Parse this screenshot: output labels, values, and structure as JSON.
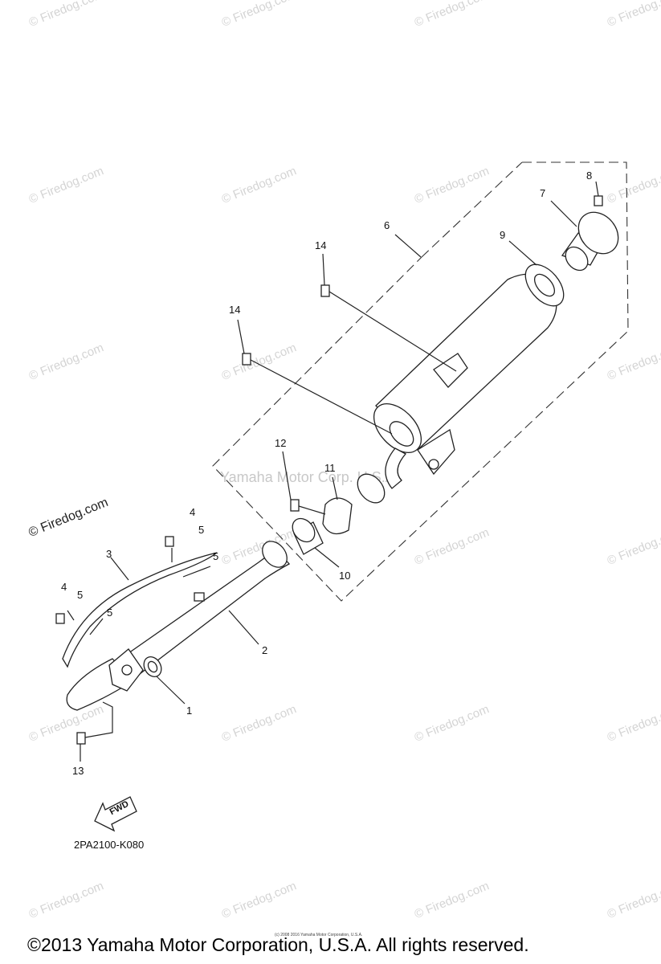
{
  "watermark": "© Firedog.com",
  "ghost_watermark": "Yamaha Motor Corp. U.S.A.",
  "callouts": [
    {
      "id": "1",
      "label": "1"
    },
    {
      "id": "2",
      "label": "2"
    },
    {
      "id": "3",
      "label": "3"
    },
    {
      "id": "4a",
      "label": "4"
    },
    {
      "id": "4b",
      "label": "4"
    },
    {
      "id": "5a",
      "label": "5"
    },
    {
      "id": "5b",
      "label": "5"
    },
    {
      "id": "5c",
      "label": "5"
    },
    {
      "id": "5d",
      "label": "5"
    },
    {
      "id": "6",
      "label": "6"
    },
    {
      "id": "7",
      "label": "7"
    },
    {
      "id": "8",
      "label": "8"
    },
    {
      "id": "9",
      "label": "9"
    },
    {
      "id": "10",
      "label": "10"
    },
    {
      "id": "11",
      "label": "11"
    },
    {
      "id": "12",
      "label": "12"
    },
    {
      "id": "13",
      "label": "13"
    },
    {
      "id": "14a",
      "label": "14"
    },
    {
      "id": "14b",
      "label": "14"
    }
  ],
  "fwd_label": "FWD",
  "diagram_code": "2PA2100-K080",
  "small_copyright": "(c) 2008 2016 Yamaha Motor Corporation, U.S.A.",
  "copyright": "©2013 Yamaha Motor Corporation, U.S.A. All rights reserved."
}
